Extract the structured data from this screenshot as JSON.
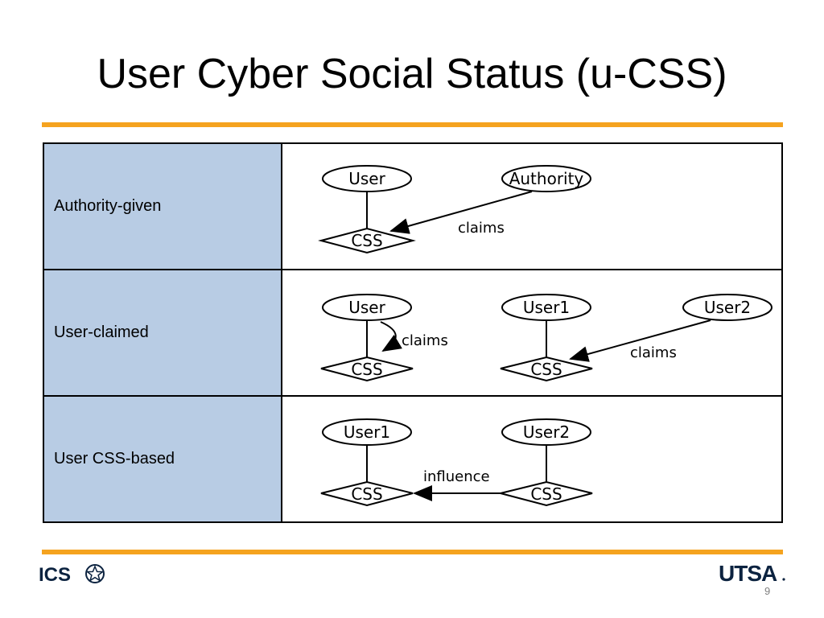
{
  "slide": {
    "title": "User Cyber Social Status (u-CSS)",
    "page_number": "9"
  },
  "table": {
    "rows": [
      {
        "label": "Authority-given",
        "diagram": {
          "user": "User",
          "authority": "Authority",
          "css": "CSS",
          "edge": "claims"
        }
      },
      {
        "label": "User-claimed",
        "diagram": {
          "user": "User",
          "css": "CSS",
          "edge": "claims",
          "user1": "User1",
          "css2": "CSS",
          "user2": "User2",
          "edge2": "claims"
        }
      },
      {
        "label": "User CSS-based",
        "diagram": {
          "user1": "User1",
          "user2": "User2",
          "css_left": "CSS",
          "css_right": "CSS",
          "edge": "influence"
        }
      }
    ]
  },
  "footer": {
    "left_logo_text": "ICS",
    "right_logo_text": "UTSA"
  },
  "colors": {
    "accent_orange": "#f5a31f",
    "label_cell_bg": "#b8cce4",
    "logo_blue": "#0c2340"
  }
}
